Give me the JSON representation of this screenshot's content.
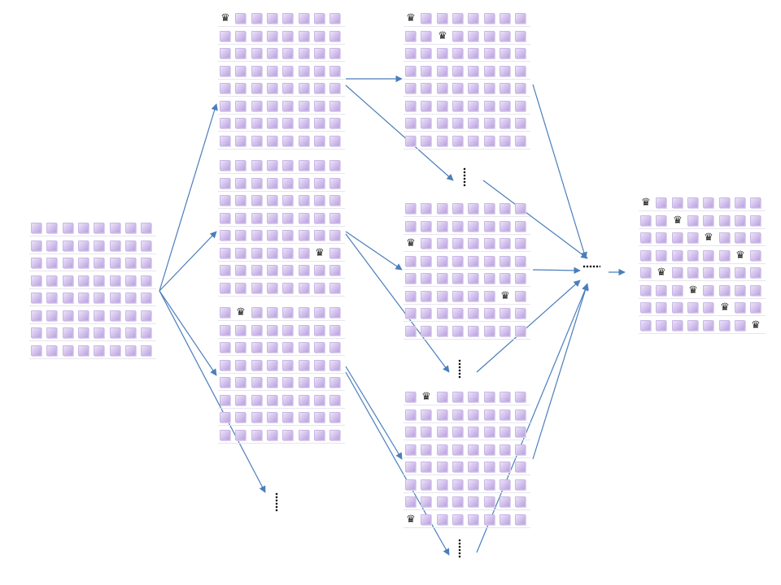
{
  "colors": {
    "arrow": "#4a7ebb",
    "cell": "#c9b7e6",
    "queen": "#1e1e1e"
  },
  "icons": {
    "queen": "queen-icon"
  },
  "board_size": 8,
  "boards": [
    {
      "id": "start",
      "queens": []
    },
    {
      "id": "step1-a",
      "queens": [
        [
          0,
          0
        ]
      ]
    },
    {
      "id": "step1-b",
      "queens": [
        [
          5,
          6
        ]
      ]
    },
    {
      "id": "step1-c",
      "queens": [
        [
          0,
          1
        ]
      ]
    },
    {
      "id": "step2-a",
      "queens": [
        [
          0,
          0
        ],
        [
          1,
          2
        ]
      ]
    },
    {
      "id": "step2-b",
      "queens": [
        [
          2,
          0
        ],
        [
          5,
          6
        ]
      ]
    },
    {
      "id": "step2-c",
      "queens": [
        [
          0,
          1
        ],
        [
          7,
          0
        ]
      ]
    },
    {
      "id": "solution",
      "queens": [
        [
          0,
          0
        ],
        [
          1,
          2
        ],
        [
          2,
          4
        ],
        [
          3,
          6
        ],
        [
          4,
          1
        ],
        [
          5,
          3
        ],
        [
          6,
          5
        ],
        [
          7,
          7
        ]
      ]
    }
  ]
}
